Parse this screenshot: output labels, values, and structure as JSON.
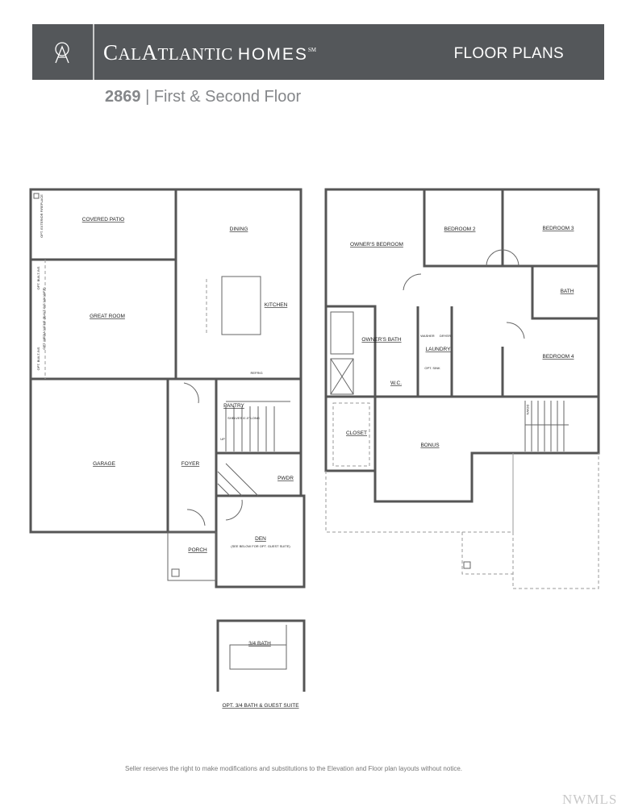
{
  "header": {
    "brand_cal": "C",
    "brand_al": "AL",
    "brand_a": "A",
    "brand_tlantic": "TLANTIC",
    "brand_homes": "HOMES",
    "brand_mark": "SM",
    "section": "FLOOR PLANS",
    "logo": "calatlantic-monogram",
    "bar_color": "#54575a"
  },
  "subtitle": {
    "plan_number": "2869",
    "separator": "|",
    "floors": "First & Second Floor"
  },
  "first_floor": {
    "rooms": {
      "covered_patio": "COVERED PATIO",
      "dining": "DINING",
      "great_room": "GREAT ROOM",
      "kitchen": "KITCHEN",
      "refrig": "REFRIG",
      "pantry": "PANTRY",
      "shelves": "SHELVES 6'-0\" LONG",
      "up": "UP",
      "garage": "GARAGE",
      "foyer": "FOYER",
      "pwdr": "PWDR",
      "den": "DEN",
      "den_note": "(SEE BELOW FOR OPT. GUEST SUITE)",
      "porch": "PORCH"
    },
    "notes": {
      "fireplace": "OPT. EXTERIOR FIREPLACE",
      "built_ins_top": "OPT. BUILT-INS",
      "built_ins_bottom": "OPT. BUILT-INS",
      "media": "OPT. MEDIA NICHE (BUILT-INS N/A W/FP)"
    }
  },
  "guest_suite": {
    "bath": "3/4 BATH",
    "title": "OPT. 3/4 BATH & GUEST SUITE"
  },
  "second_floor": {
    "rooms": {
      "owners_bedroom": "OWNER'S BEDROOM",
      "bedroom2": "BEDROOM 2",
      "bedroom3": "BEDROOM 3",
      "bath": "BATH",
      "owners_bath": "OWNER'S BATH",
      "washer": "WASHER",
      "dryer": "DRYER",
      "laundry": "LAUNDRY",
      "opt_sink": "OPT. SINK",
      "wc": "W.C.",
      "bedroom4": "BEDROOM 4",
      "closet": "CLOSET",
      "bonus": "BONUS",
      "down": "DOWN"
    }
  },
  "footer": {
    "disclaimer": "Seller reserves the right to make modifications and substitutions to the Elevation and Floor plan layouts without notice.",
    "watermark": "NWMLS"
  }
}
